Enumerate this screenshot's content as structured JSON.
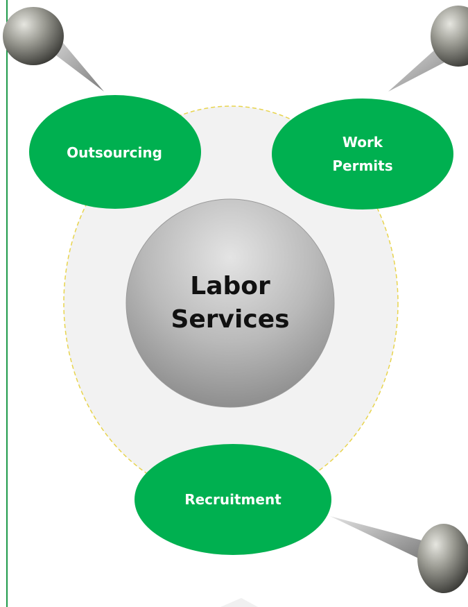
{
  "diagram": {
    "center": {
      "label": "Labor\nServices"
    },
    "nodes": [
      {
        "label": "Outsourcing"
      },
      {
        "label": "Work\nPermits"
      },
      {
        "label": "Recruitment"
      }
    ]
  },
  "colors": {
    "node_fill": "#00b050",
    "node_text": "#ffffff",
    "center_text": "#111111",
    "ring_fill": "#f2f2f2",
    "ring_stroke": "#e8d44d",
    "left_border": "#1e9a4a"
  },
  "icons": [
    "push-pin-icon"
  ]
}
